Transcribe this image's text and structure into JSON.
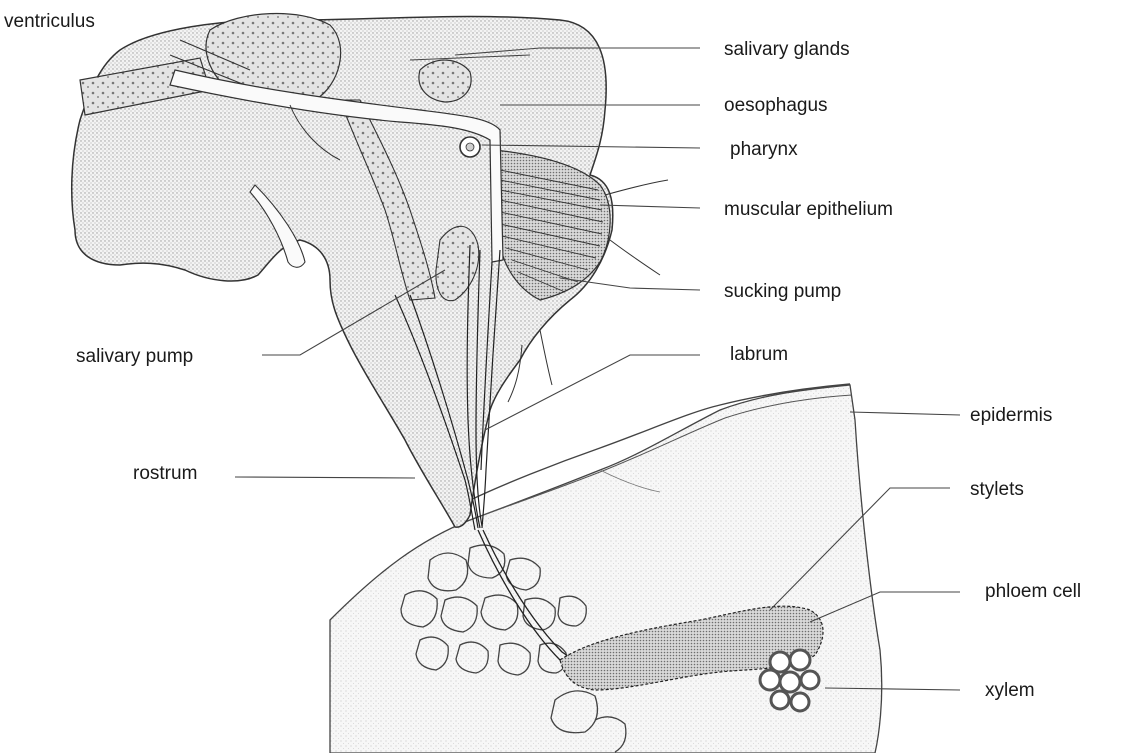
{
  "diagram": {
    "labels": {
      "ventriculus": "ventriculus",
      "salivary_glands": "salivary glands",
      "oesophagus": "oesophagus",
      "pharynx": "pharynx",
      "muscular_epithelium": "muscular epithelium",
      "sucking_pump": "sucking pump",
      "salivary_pump": "salivary pump",
      "labrum": "labrum",
      "epidermis": "epidermis",
      "rostrum": "rostrum",
      "stylets": "stylets",
      "phloem_cell": "phloem cell",
      "xylem": "xylem"
    }
  }
}
